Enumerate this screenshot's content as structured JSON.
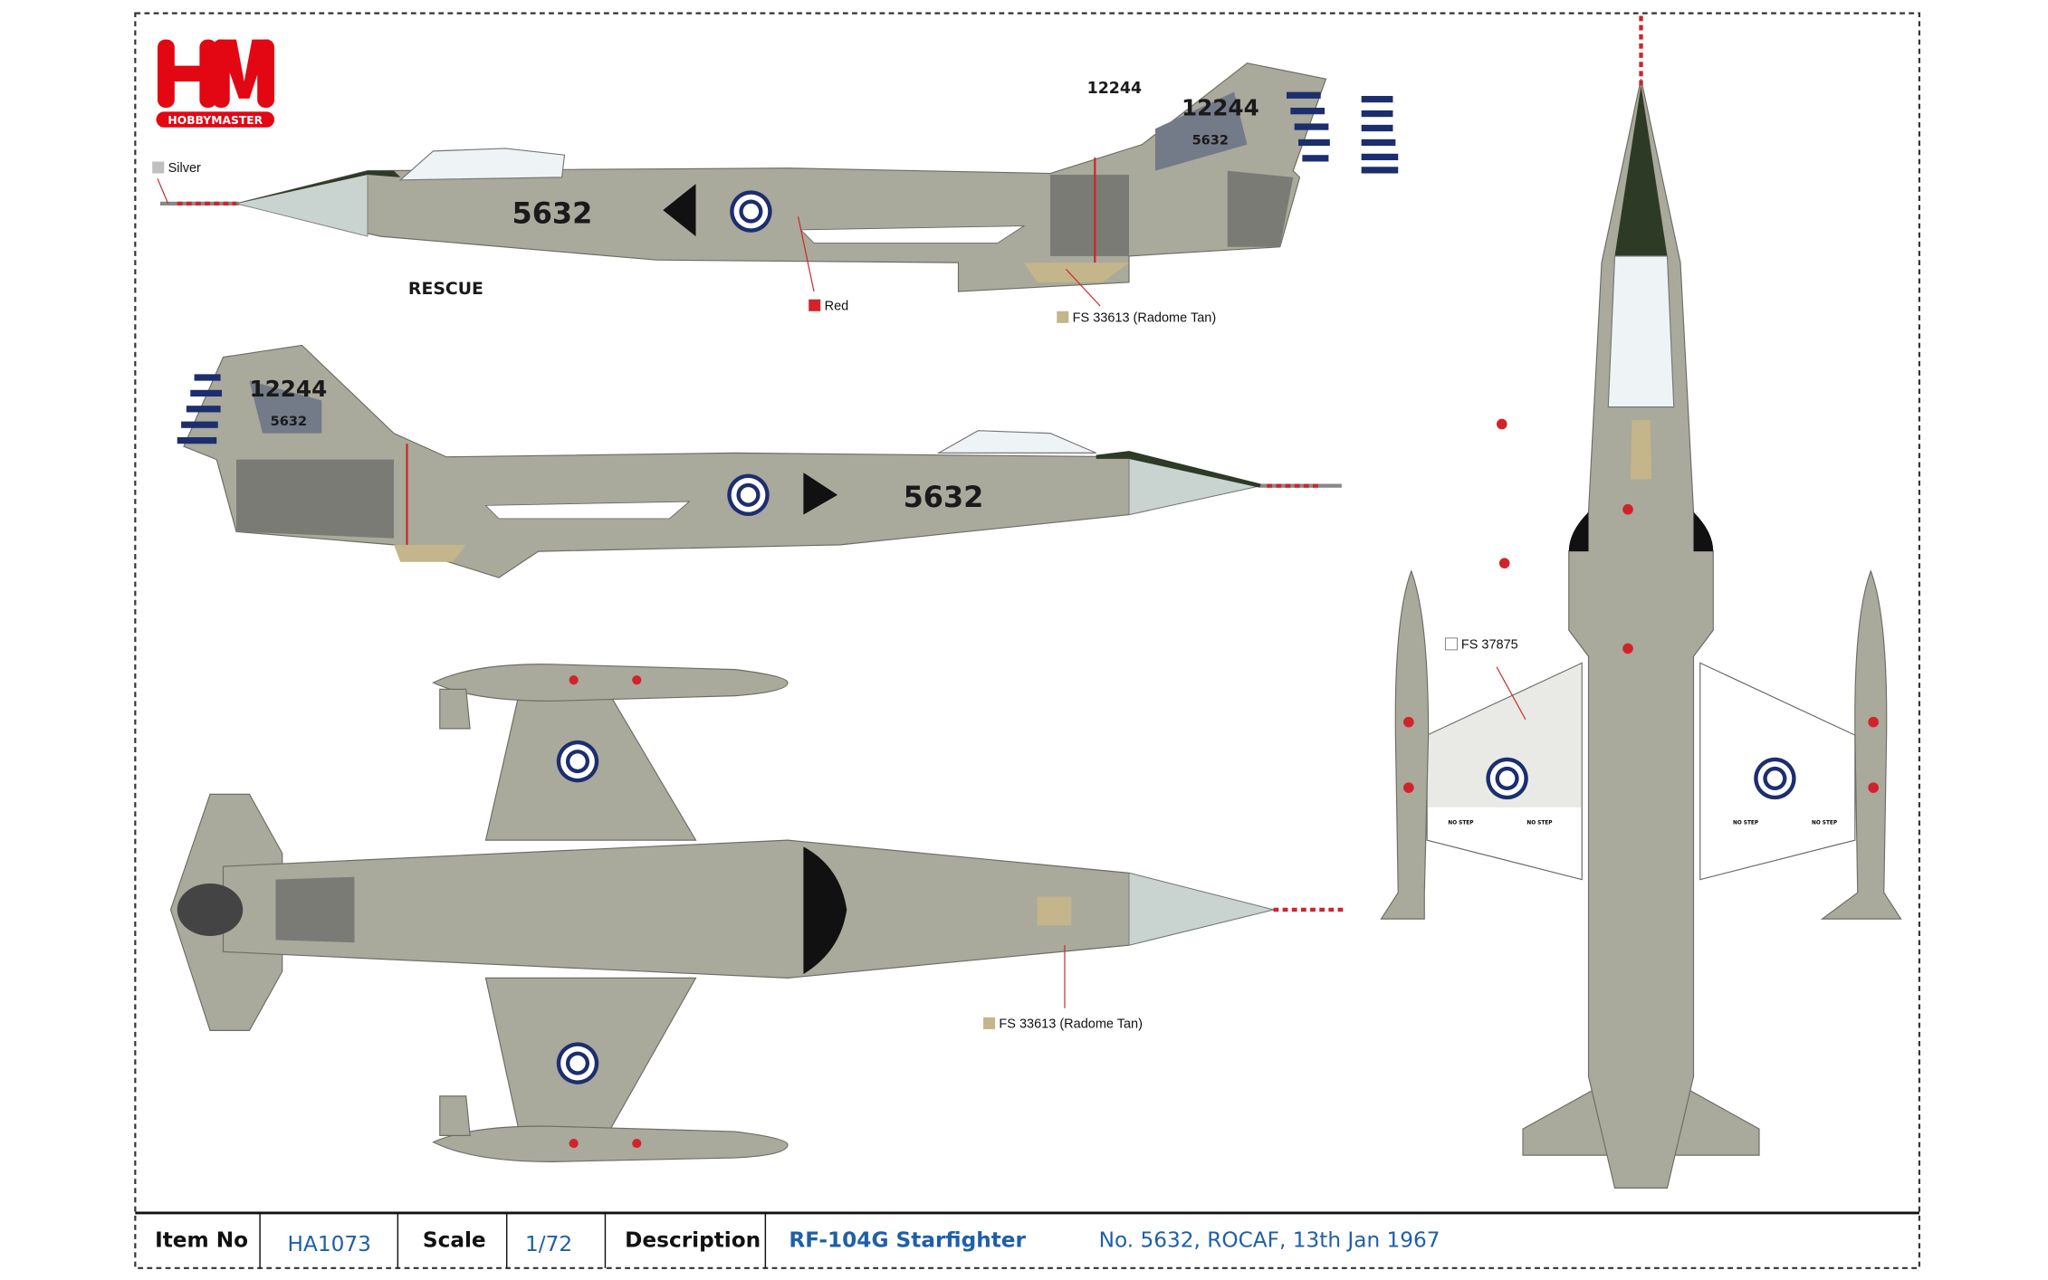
{
  "brand": {
    "logo_letters": "HM",
    "logo_name": "HOBBYMASTER",
    "color": "#e30613"
  },
  "callouts": {
    "silver": "Silver",
    "red": "Red",
    "radome_tan_top": "FS 33613 (Radome Tan)",
    "radome_tan_bottom": "FS 33613 (Radome Tan)",
    "fs37875": "FS 37875",
    "rescue": "RESCUE",
    "serial_stencil": "12244"
  },
  "markings": {
    "fuselage_number": "5632",
    "tail_serial": "12244",
    "tail_number": "5632",
    "wing_label": "NO STEP"
  },
  "colors": {
    "silver": "#c0c0c0",
    "red": "#d2232a",
    "radome_tan": "#c4b58a",
    "fs37875": "#ffffff",
    "camo_grey": "#a9a99c",
    "roundel_blue": "#1c2e6e"
  },
  "table": {
    "item_no_label": "Item No",
    "item_no": "HA1073",
    "scale_label": "Scale",
    "scale": "1/72",
    "description_label": "Description",
    "model": "RF-104G Starfighter",
    "details": "No. 5632, ROCAF, 13th Jan 1967"
  }
}
